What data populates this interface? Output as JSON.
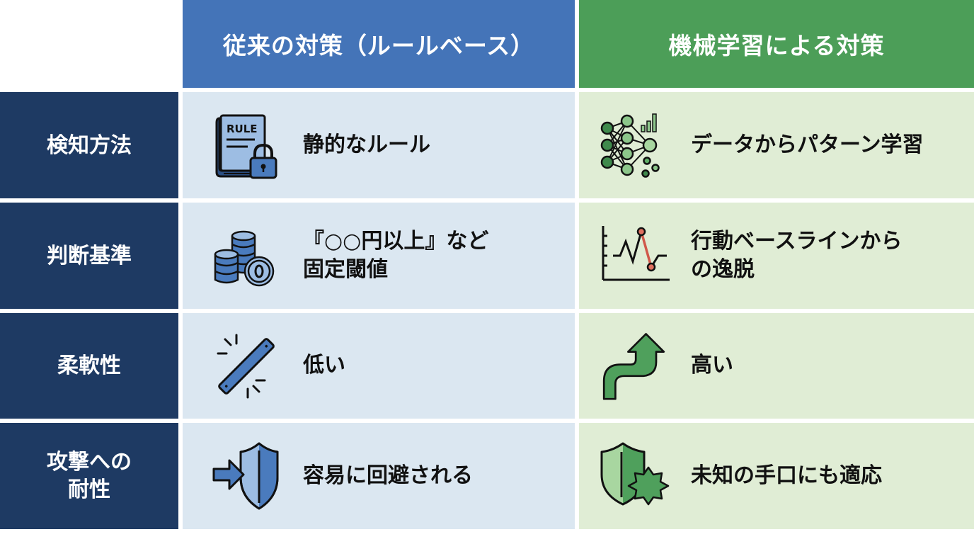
{
  "header": {
    "corner": "",
    "col_traditional": "従来の対策（ルールベース）",
    "col_ml": "機械学習による対策"
  },
  "colors": {
    "traditional_header": "#4474b8",
    "ml_header": "#4c9e58",
    "row_label_bg": "#1e3a63",
    "traditional_cell": "#dbe7f1",
    "ml_cell": "#e0edd5",
    "icon_blue": "#4a7bbd",
    "icon_green": "#4fa05c",
    "anomaly_red": "#e07060"
  },
  "rows": [
    {
      "label": "検知方法",
      "traditional": {
        "icon": "rule-book-lock-icon",
        "text": "静的なルール"
      },
      "ml": {
        "icon": "neural-network-icon",
        "text": "データからパターン学習"
      }
    },
    {
      "label": "判断基準",
      "traditional": {
        "icon": "coin-stack-icon",
        "text": "『○○円以上』など\n固定閾値"
      },
      "ml": {
        "icon": "baseline-deviation-chart-icon",
        "text": "行動ベースラインから\nの逸脱"
      }
    },
    {
      "label": "柔軟性",
      "traditional": {
        "icon": "rigid-bar-icon",
        "text": "低い"
      },
      "ml": {
        "icon": "curved-arrow-up-icon",
        "text": "高い"
      }
    },
    {
      "label": "攻撃への\n耐性",
      "traditional": {
        "icon": "shield-bypassed-icon",
        "text": "容易に回避される"
      },
      "ml": {
        "icon": "shield-adaptive-icon",
        "text": "未知の手口にも適応"
      }
    }
  ]
}
